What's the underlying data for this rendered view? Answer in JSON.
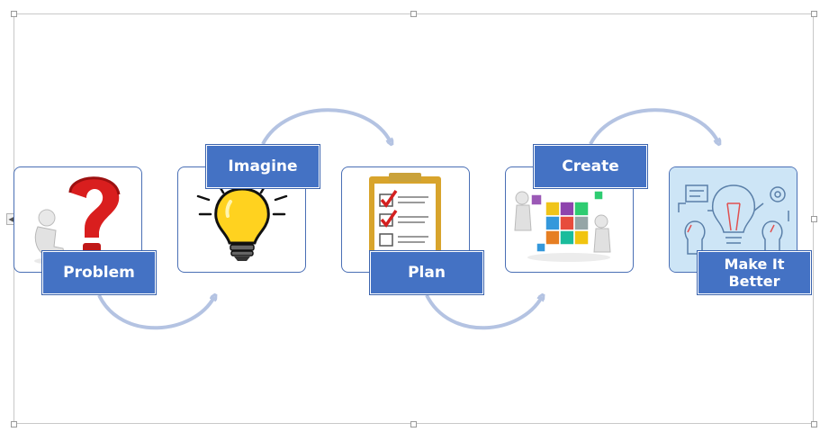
{
  "steps": [
    {
      "label": "Problem",
      "icon": "question-mark-icon"
    },
    {
      "label": "Imagine",
      "icon": "lightbulb-icon"
    },
    {
      "label": "Plan",
      "icon": "checklist-icon"
    },
    {
      "label": "Create",
      "icon": "puzzle-cube-icon"
    },
    {
      "label": "Make It Better",
      "icon": "idea-blueprint-icon"
    }
  ],
  "colors": {
    "label_fill": "#4472c4",
    "card_border": "#4a6fb5",
    "arrow": "#b4c3e2"
  }
}
